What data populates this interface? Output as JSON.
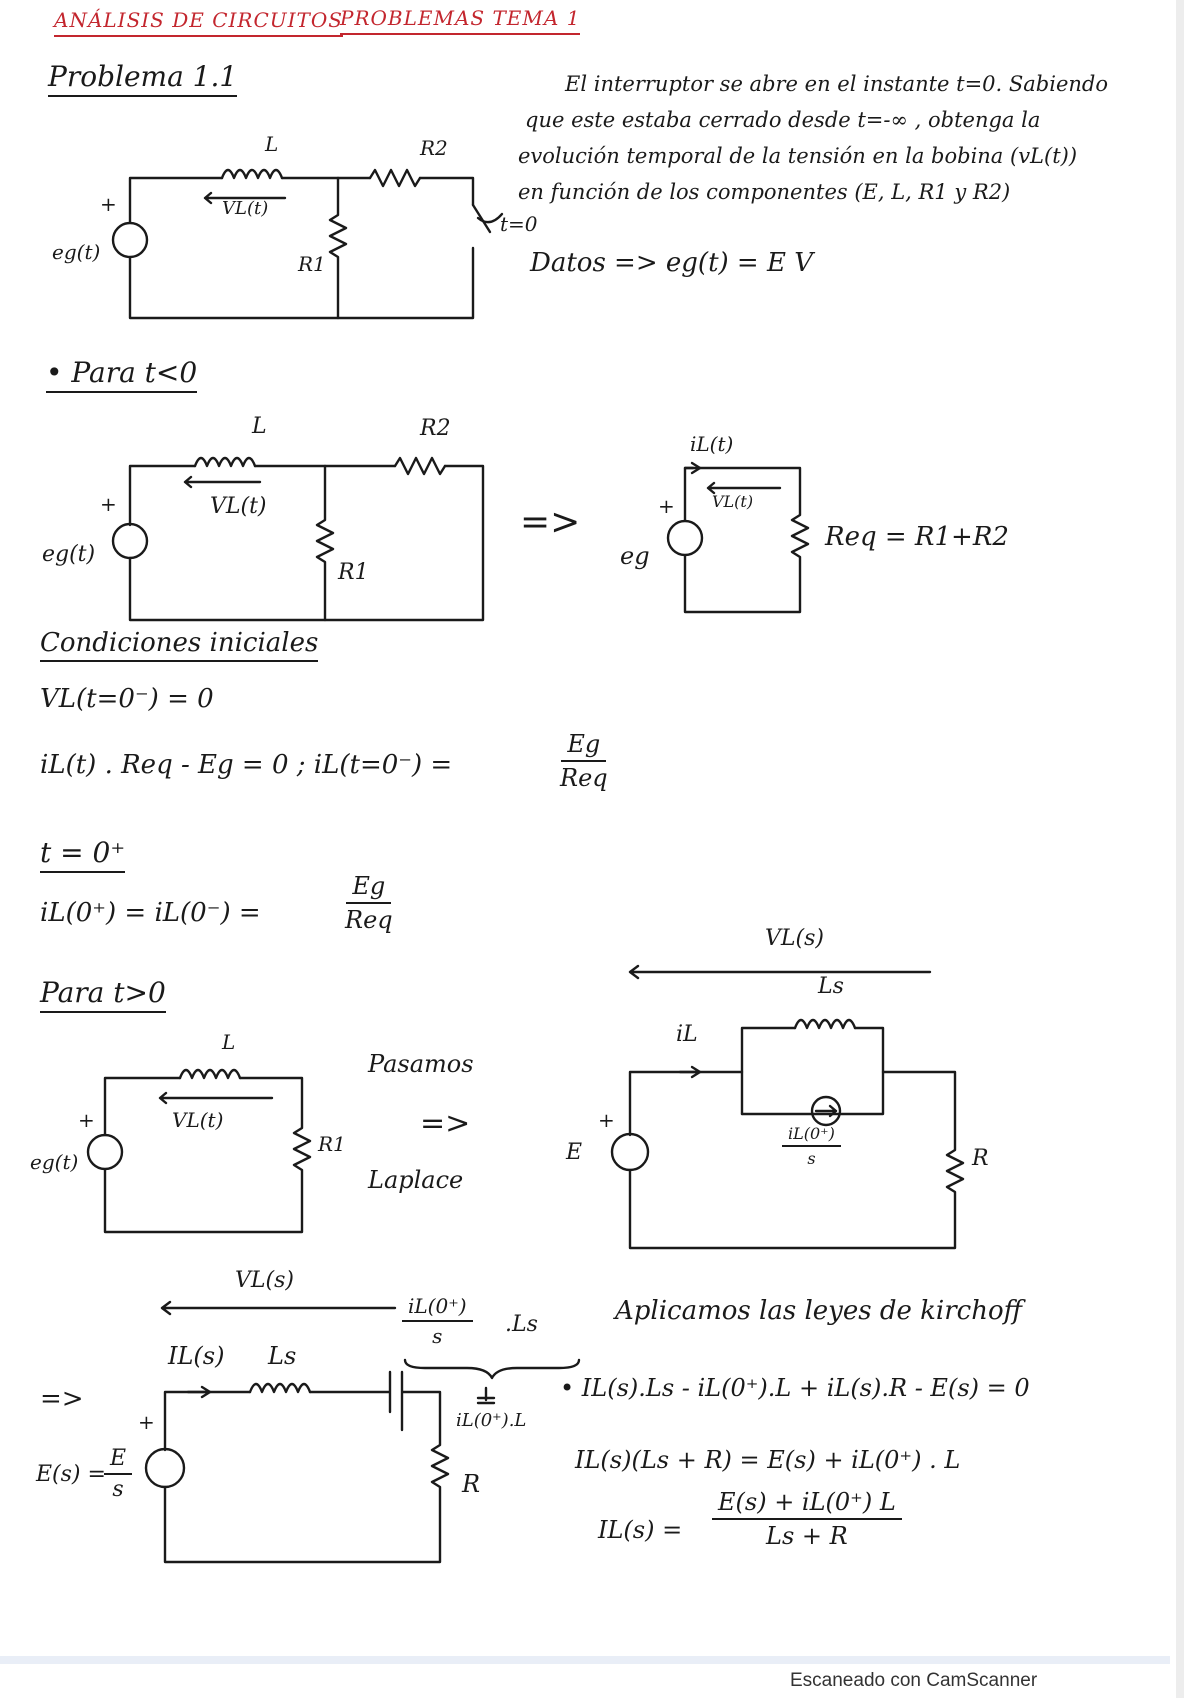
{
  "header": {
    "subject": "ANÁLISIS DE CIRCUITOS",
    "topic": "PROBLEMAS TEMA 1"
  },
  "problem": {
    "title": "Problema 1.1",
    "statement_lines": [
      "El interruptor se abre en el instante t=0. Sabiendo",
      "que este estaba cerrado desde t=-∞ , obtenga la",
      "evolución temporal de la tensión en la bobina (vL(t))",
      "en función de los componentes (E, L, R1 y R2)"
    ],
    "data_line": "Datos => eg(t) = E V"
  },
  "circuit1": {
    "L": "L",
    "R2": "R2",
    "R1": "R1",
    "vL": "VL(t)",
    "source": "eg(t)",
    "plus": "+",
    "switch": "t=0"
  },
  "section_before": {
    "title": "• Para  t<0"
  },
  "circuit2": {
    "L": "L",
    "R2": "R2",
    "R1": "R1",
    "vL": "VL(t)",
    "source": "eg(t)",
    "plus": "+"
  },
  "implies1": "=>",
  "circuit3": {
    "iL": "iL(t)",
    "vL": "VL(t)",
    "source": "eg",
    "plus": "+",
    "req": "Req = R1+R2"
  },
  "initial": {
    "title": "Condiciones iniciales",
    "eq1": "VL(t=0⁻) = 0",
    "eq2_left": "iL(t) . Req - Eg = 0   ;   iL(t=0⁻) =",
    "eq2_num": "Eg",
    "eq2_den": "Req"
  },
  "after_switch": {
    "eq_t": "t = 0⁺",
    "eq_iL": "iL(0⁺) = iL(0⁻) =",
    "eq_num": "Eg",
    "eq_den": "Req"
  },
  "section_after": {
    "title": "Para  t>0"
  },
  "circuit4": {
    "L": "L",
    "R1": "R1",
    "vL": "VL(t)",
    "source": "eg(t)",
    "plus": "+"
  },
  "laplace": {
    "top": "Pasamos",
    "arrow": "=>",
    "bottom": "Laplace"
  },
  "circuit5": {
    "VLs": "VL(s)",
    "Ls": "Ls",
    "iL": "iL",
    "src_num": "iL(0⁺)",
    "src_den": "s",
    "E": "E",
    "R": "R",
    "plus": "+"
  },
  "circuit6": {
    "arrow": "=>",
    "VLs": "VL(s)",
    "IL": "IL(s)",
    "Ls": "Ls",
    "cap_num": "iL(0⁺)",
    "cap_den": "s",
    "cap_tail": ".Ls",
    "brace_eq": "iL(0⁺).L",
    "source_lhs": "E(s) =",
    "source_num": "E",
    "source_den": "s",
    "R": "R",
    "plus": "+"
  },
  "kirchhoff": {
    "title": "Aplicamos las leyes de kirchoff",
    "eq1": "• IL(s).Ls - iL(0⁺).L + iL(s).R - E(s) = 0",
    "eq2": "IL(s)(Ls + R) = E(s) + iL(0⁺) . L",
    "eq3_lhs": "IL(s) =",
    "eq3_num": "E(s) + iL(0⁺) L",
    "eq3_den": "Ls + R"
  },
  "footer": "Escaneado con CamScanner"
}
